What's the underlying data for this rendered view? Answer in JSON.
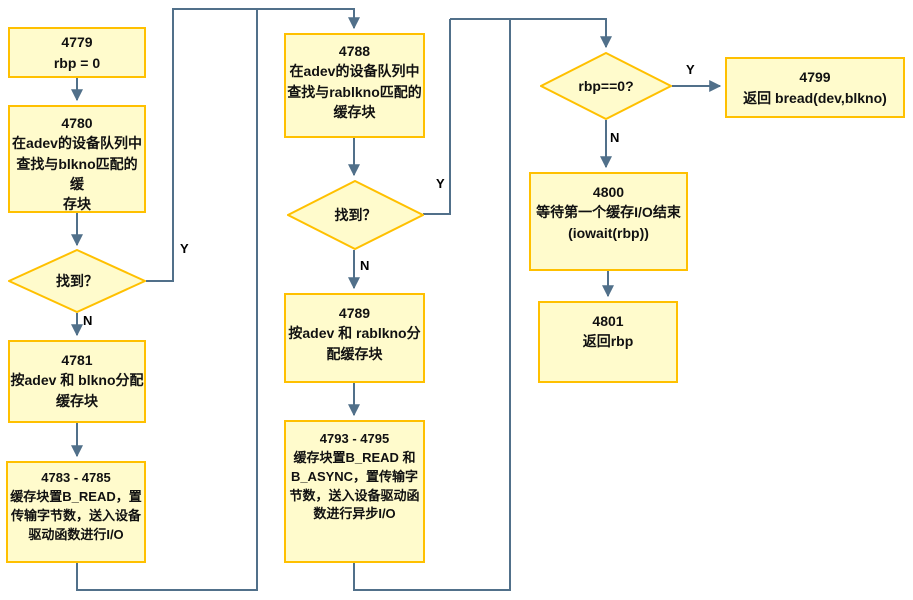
{
  "diagram": {
    "title": "bread/breada buffer cache flowchart",
    "colors": {
      "node_fill": "#fffbcc",
      "node_border": "#ffc000",
      "connector": "#51708a",
      "text": "#111111"
    },
    "nodes": [
      {
        "id": "n4779",
        "type": "process",
        "code": "4779",
        "lines": [
          "rbp = 0"
        ]
      },
      {
        "id": "n4780",
        "type": "process",
        "code": "4780",
        "lines": [
          "在adev的设备队列中",
          "查找与blkno匹配的缓",
          "存块"
        ]
      },
      {
        "id": "d1",
        "type": "decision",
        "label": "找到？"
      },
      {
        "id": "n4781",
        "type": "process",
        "code": "4781",
        "lines": [
          "按adev 和 blkno分配",
          "缓存块"
        ]
      },
      {
        "id": "n4783",
        "type": "process",
        "code": "4783 - 4785",
        "lines": [
          "缓存块置B_READ，置",
          "传输字节数，送入设备",
          "驱动函数进行I/O"
        ]
      },
      {
        "id": "n4788",
        "type": "process",
        "code": "4788",
        "lines": [
          "在adev的设备队列中",
          "查找与rablkno匹配的",
          "缓存块"
        ]
      },
      {
        "id": "d2",
        "type": "decision",
        "label": "找到？"
      },
      {
        "id": "n4789",
        "type": "process",
        "code": "4789",
        "lines": [
          "按adev 和 rablkno分",
          "配缓存块"
        ]
      },
      {
        "id": "n4793",
        "type": "process",
        "code": "4793 - 4795",
        "lines": [
          "缓存块置B_READ 和",
          "B_ASYNC，置传输字",
          "节数，送入设备驱动函",
          "数进行异步I/O"
        ]
      },
      {
        "id": "d3",
        "type": "decision",
        "label": "rbp==0?"
      },
      {
        "id": "n4799",
        "type": "process",
        "code": "4799",
        "lines": [
          "返回 bread(dev,blkno)"
        ]
      },
      {
        "id": "n4800",
        "type": "process",
        "code": "4800",
        "lines": [
          "等待第一个缓存I/O结束",
          "(iowait(rbp))"
        ]
      },
      {
        "id": "n4801",
        "type": "process",
        "code": "4801",
        "lines": [
          "返回rbp"
        ]
      }
    ],
    "edge_labels": {
      "d1_yes": "Y",
      "d1_no": "N",
      "d2_yes": "Y",
      "d2_no": "N",
      "d3_yes": "Y",
      "d3_no": "N"
    }
  }
}
